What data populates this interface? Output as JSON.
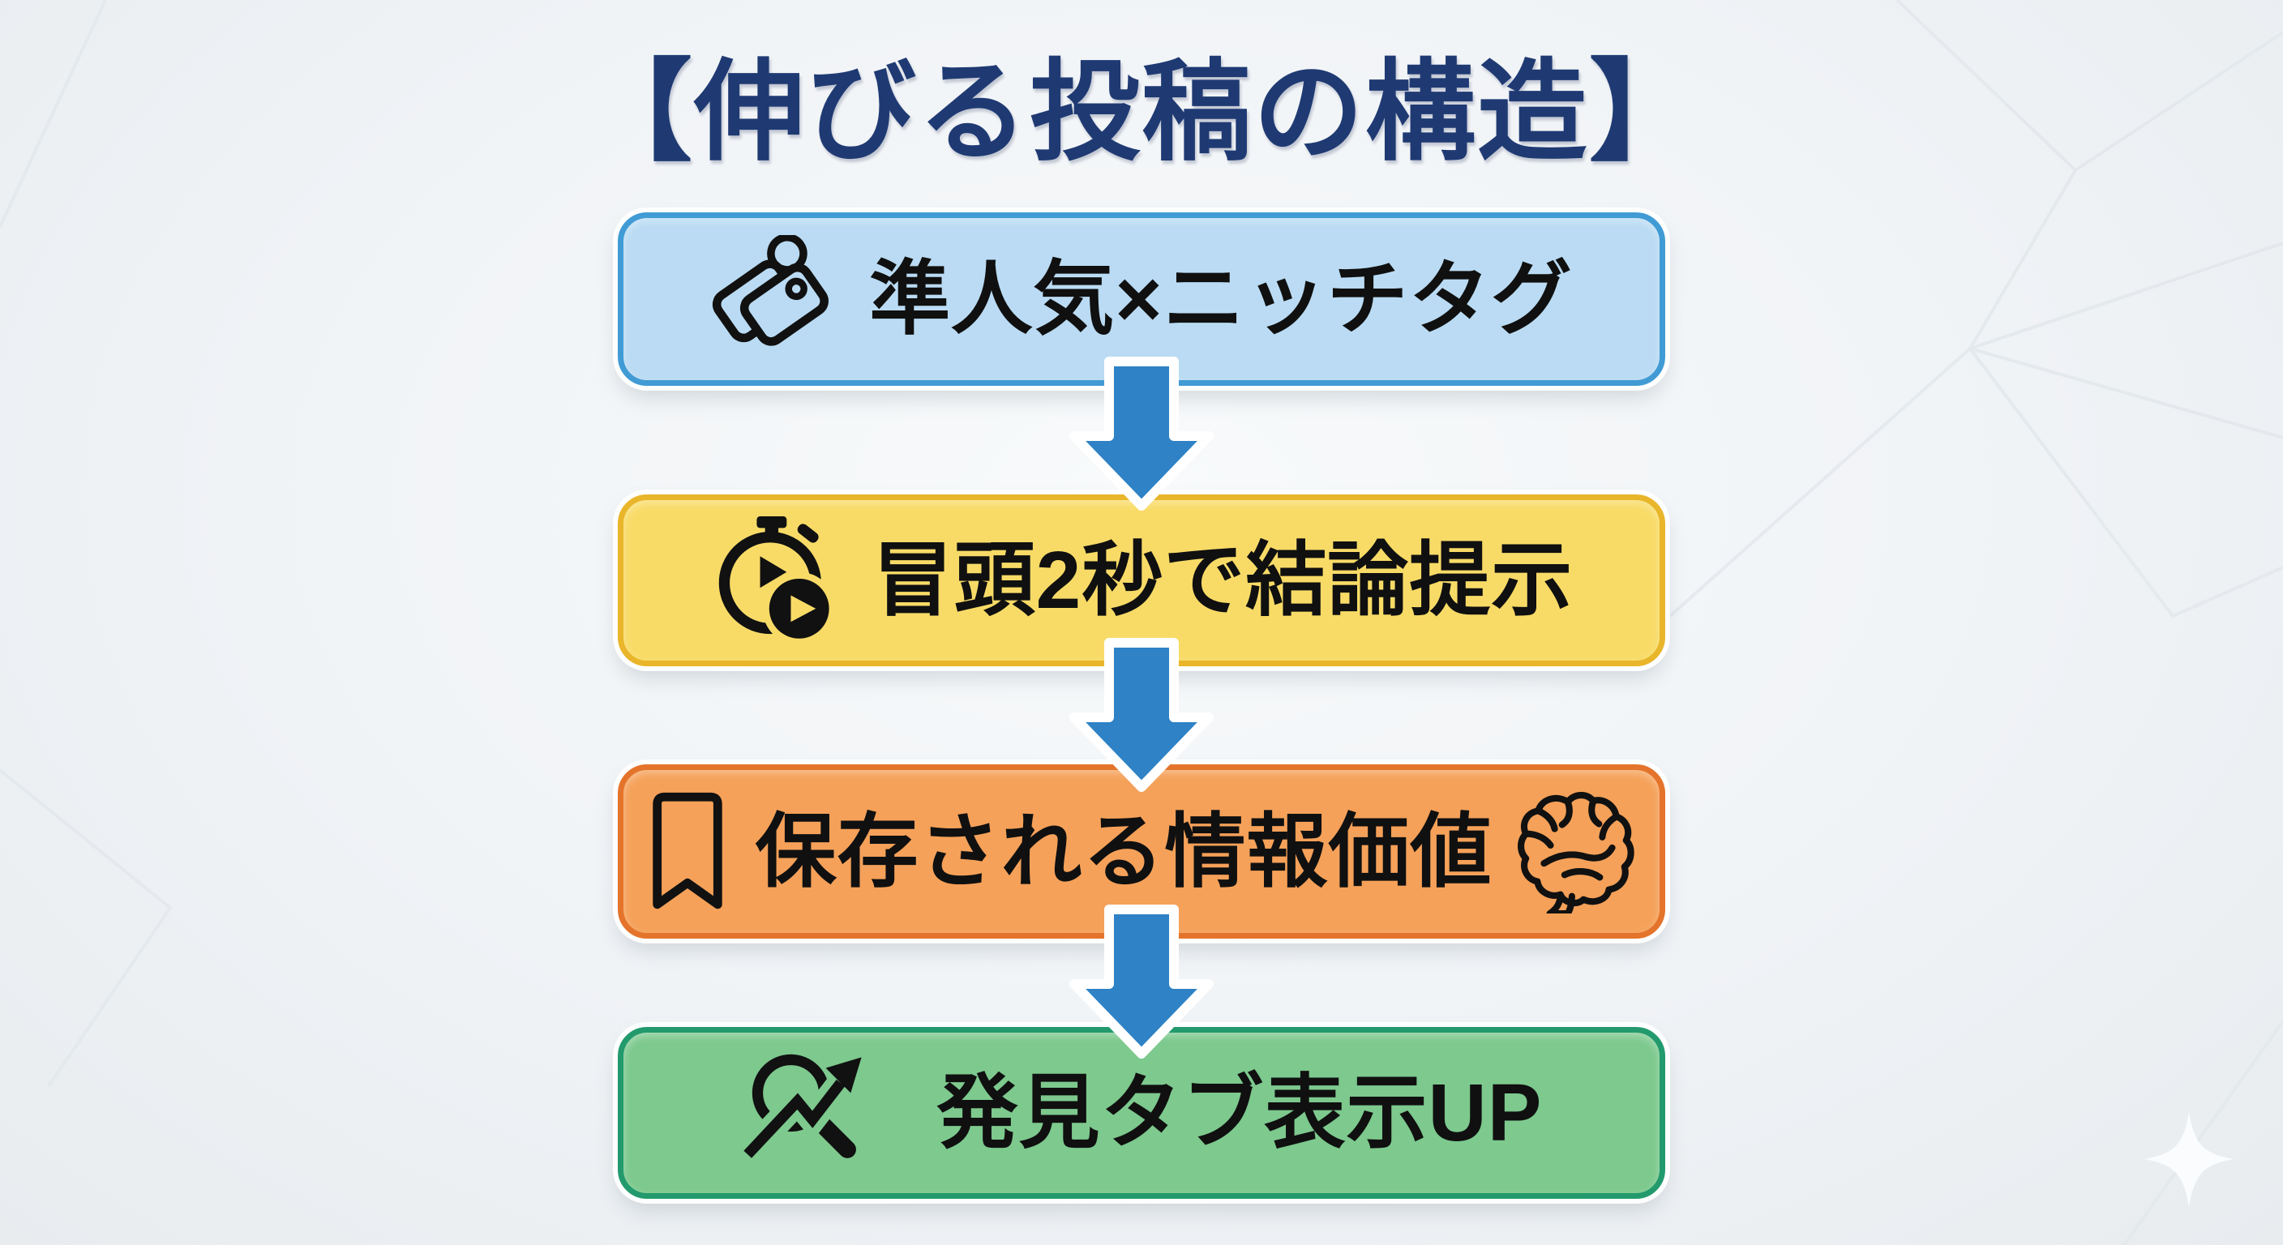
{
  "title": "【伸びる投稿の構造】",
  "flow": {
    "steps": [
      {
        "id": "step-1",
        "label": "準人気×ニッチタグ",
        "icon": "tags-icon",
        "fill": "#badbf3",
        "border": "#419bd4"
      },
      {
        "id": "step-2",
        "label": "冒頭2秒で結論提示",
        "icon": "stopwatch-play-icon",
        "fill": "#f8db67",
        "border": "#e9b52a"
      },
      {
        "id": "step-3",
        "label": "保存される情報価値",
        "icon": "bookmark-icon",
        "icon_right": "brain-icon",
        "fill": "#f5a159",
        "border": "#e4742b"
      },
      {
        "id": "step-4",
        "label": "発見タブ表示UP",
        "icon": "search-trend-icon",
        "fill": "#7dc98e",
        "border": "#229a6d"
      }
    ],
    "connectors": {
      "shape": "down-arrow",
      "count": 3,
      "color": "#2e82c5",
      "outline": "#ffffff"
    }
  },
  "colors": {
    "background": "#eff2f5",
    "title_text": "#1f3a73",
    "step_text": "#101010",
    "icon_stroke": "#111111",
    "sparkle": "#fafcfd"
  }
}
